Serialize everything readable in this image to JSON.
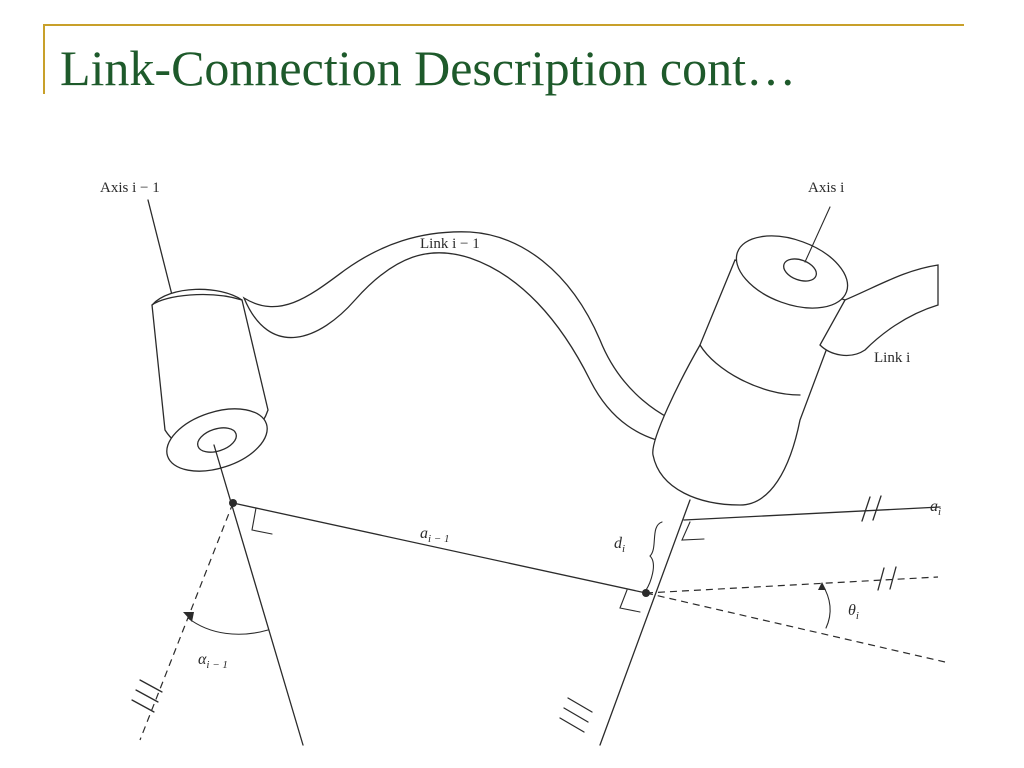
{
  "slide": {
    "title": "Link-Connection Description cont…",
    "title_color": "#1e5a2b",
    "accent_color": "#c8a02a"
  },
  "diagram": {
    "labels": {
      "axis_prev": "Axis i − 1",
      "axis_curr": "Axis i",
      "link_prev": "Link i − 1",
      "link_curr": "Link i",
      "a_prev": "a",
      "a_prev_sub": "i − 1",
      "a_curr": "a",
      "a_curr_sub": "i",
      "d": "d",
      "d_sub": "i",
      "theta": "θ",
      "theta_sub": "i",
      "alpha": "α",
      "alpha_sub": "i − 1"
    }
  }
}
